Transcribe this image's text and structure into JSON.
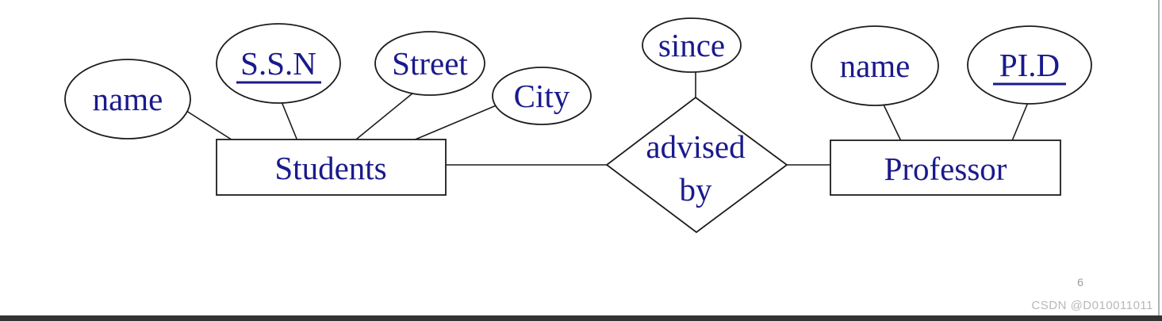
{
  "diagram": {
    "type": "er-diagram",
    "entities": [
      {
        "id": "students",
        "label": "Students"
      },
      {
        "id": "professor",
        "label": "Professor"
      }
    ],
    "relationship": {
      "label": "advised by",
      "line1": "advised",
      "line2": "by",
      "connects": [
        "Students",
        "Professor"
      ]
    },
    "attributes": [
      {
        "id": "student-name",
        "label": "name",
        "key": false,
        "of": "Students"
      },
      {
        "id": "student-ssn",
        "label": "S.S.N",
        "key": true,
        "of": "Students"
      },
      {
        "id": "student-street",
        "label": "Street",
        "key": false,
        "of": "Students"
      },
      {
        "id": "student-city",
        "label": "City",
        "key": false,
        "of": "Students"
      },
      {
        "id": "since",
        "label": "since",
        "key": false,
        "of": "advised by"
      },
      {
        "id": "professor-name",
        "label": "name",
        "key": false,
        "of": "Professor"
      },
      {
        "id": "professor-pid",
        "label": "PI.D",
        "key": true,
        "of": "Professor"
      }
    ]
  },
  "footer": {
    "page_number": "6",
    "watermark": "CSDN @D010011011"
  },
  "colors": {
    "label_text": "#1a1a8c",
    "shape_outline": "#1c1c1c",
    "background": "#ffffff",
    "page_number_text": "#9b9b9b",
    "watermark_text": "#b8b8b8",
    "right_border": "#b0b0b0",
    "bottom_bar": "#333333"
  }
}
